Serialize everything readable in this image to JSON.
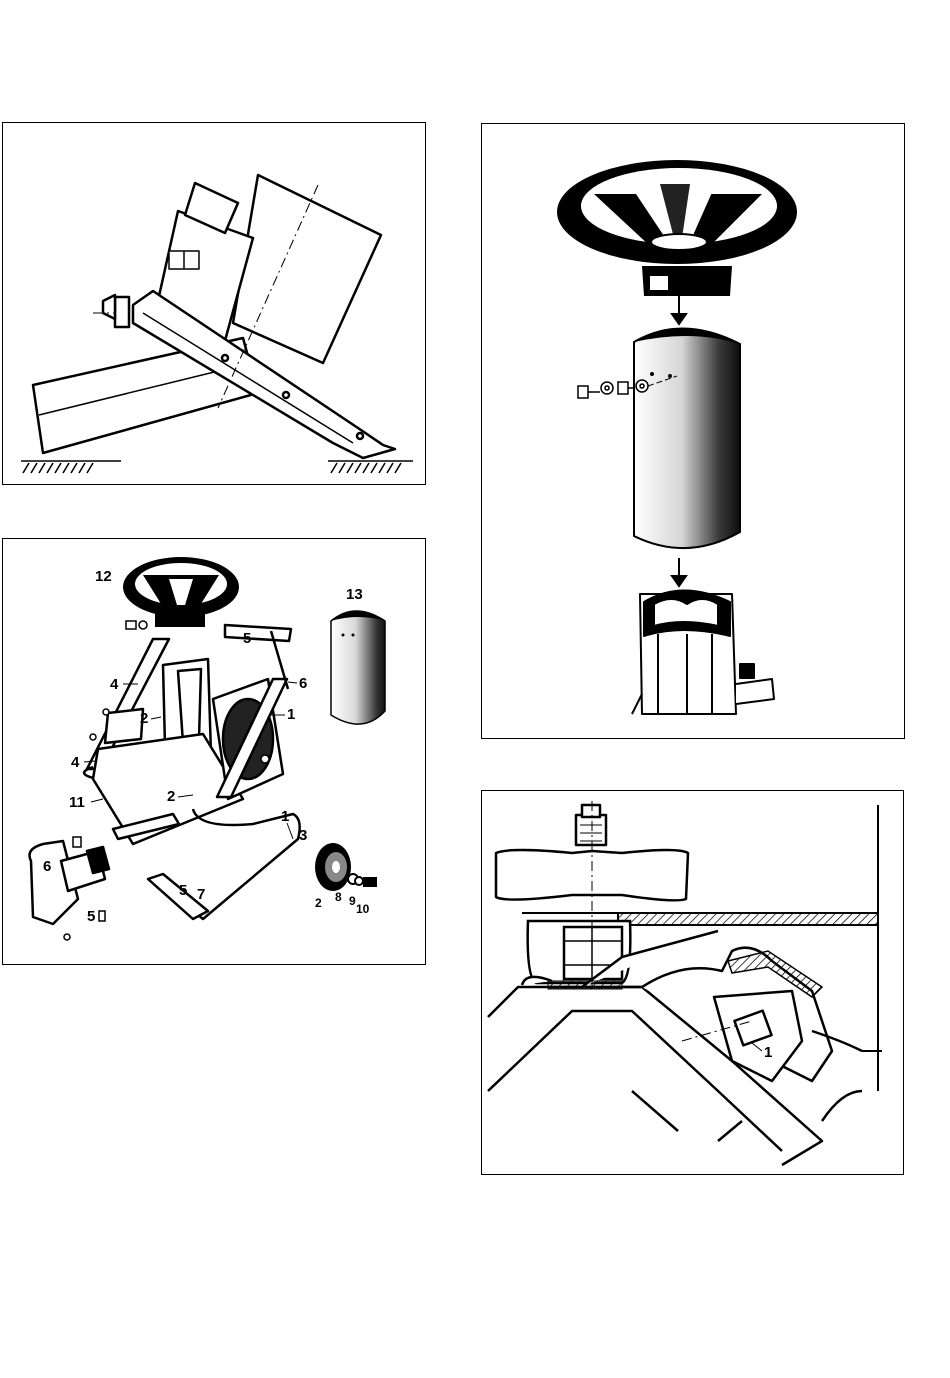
{
  "figure2": {
    "parts": [
      {
        "key": "p12",
        "text": "12"
      },
      {
        "key": "p13",
        "text": "13"
      },
      {
        "key": "p5a",
        "text": "5"
      },
      {
        "key": "p6a",
        "text": "6"
      },
      {
        "key": "p4a",
        "text": "4"
      },
      {
        "key": "p2a",
        "text": "2"
      },
      {
        "key": "p1a",
        "text": "1"
      },
      {
        "key": "p4b",
        "text": "4"
      },
      {
        "key": "p11",
        "text": "11"
      },
      {
        "key": "p2b",
        "text": "2"
      },
      {
        "key": "p1b",
        "text": "1"
      },
      {
        "key": "p3",
        "text": "3"
      },
      {
        "key": "p6b",
        "text": "6"
      },
      {
        "key": "p5b",
        "text": "5"
      },
      {
        "key": "p7",
        "text": "7"
      },
      {
        "key": "p5c",
        "text": "5"
      },
      {
        "key": "p2c",
        "text": "2"
      },
      {
        "key": "p8",
        "text": "8"
      },
      {
        "key": "p9",
        "text": "9"
      },
      {
        "key": "p10",
        "text": "10"
      }
    ]
  },
  "figure4": {
    "parts": [
      {
        "key": "p1",
        "text": "1"
      }
    ]
  }
}
